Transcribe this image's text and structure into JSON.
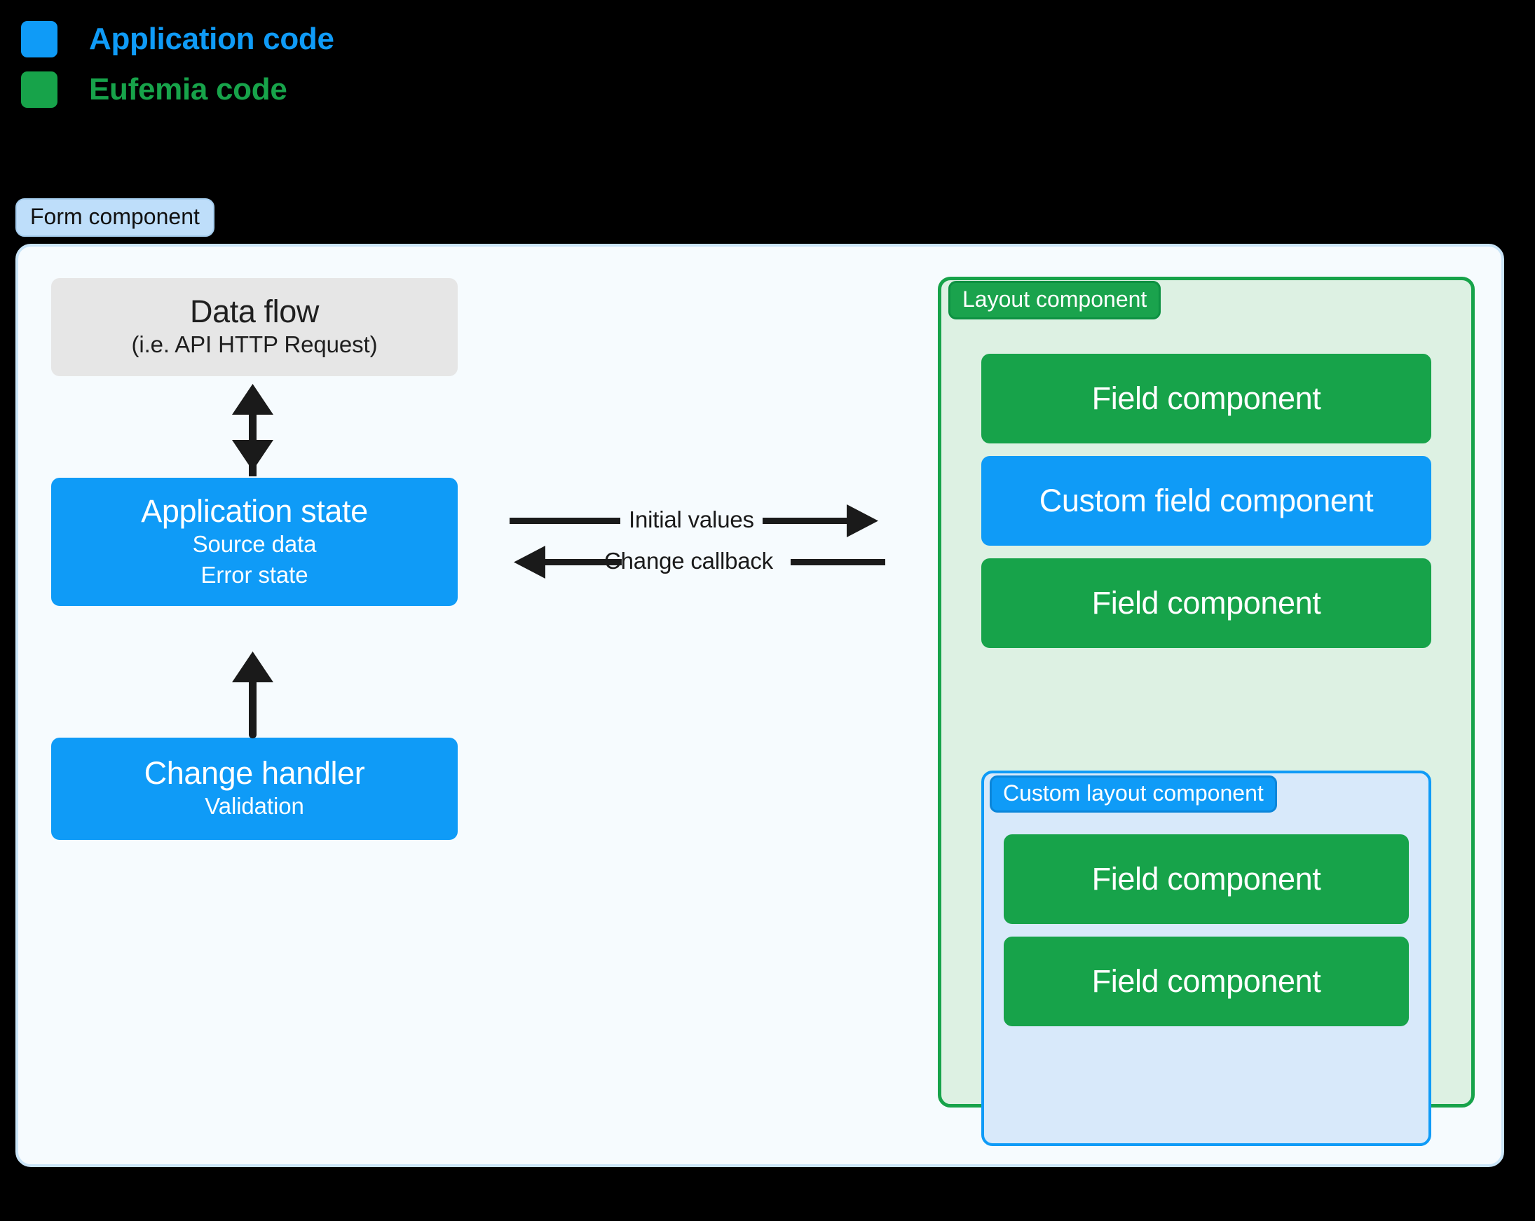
{
  "legend": {
    "items": [
      {
        "label": "Application code",
        "color": "#0f9bf7",
        "swatch_name": "application-code-swatch"
      },
      {
        "label": "Eufemia code",
        "color": "#17a34a",
        "swatch_name": "eufemia-code-swatch"
      }
    ]
  },
  "form": {
    "tag": "Form component",
    "tag_bg": "#bedefa",
    "panel_bg": "#f6fbfe",
    "panel_border": "#c9e4f7"
  },
  "left_column": {
    "data_flow": {
      "title": "Data flow",
      "subtitle": "(i.e. API HTTP Request)",
      "bg": "#e6e6e6"
    },
    "application_state": {
      "title": "Application state",
      "sub_1": "Source data",
      "sub_2": "Error state",
      "bg": "#0f9bf7"
    },
    "change_handler": {
      "title": "Change handler",
      "sub_1": "Validation",
      "bg": "#0f9bf7"
    }
  },
  "flows": {
    "data_flow_to_state": "bidirectional-vertical-arrow",
    "handler_to_state": "up-arrow",
    "initial_values": "Initial values",
    "change_callback": "Change callback"
  },
  "layout": {
    "tag": "Layout component",
    "tag_bg": "#1aa34d",
    "panel_bg": "#ddf1e3",
    "panel_border": "#17a34a",
    "children": [
      {
        "label": "Field component",
        "kind": "eufemia"
      },
      {
        "label": "Custom field component",
        "kind": "application"
      },
      {
        "label": "Field component",
        "kind": "eufemia"
      }
    ]
  },
  "custom_layout": {
    "tag": "Custom layout component",
    "tag_bg": "#0f9bf7",
    "panel_bg": "#d8e9fa",
    "panel_border": "#0f9bf7",
    "children": [
      {
        "label": "Field component",
        "kind": "eufemia"
      },
      {
        "label": "Field component",
        "kind": "eufemia"
      }
    ]
  },
  "colors": {
    "application_code": "#0f9bf7",
    "eufemia_code": "#17a34a",
    "arrow": "#1a1a1a",
    "canvas": "#000000"
  }
}
